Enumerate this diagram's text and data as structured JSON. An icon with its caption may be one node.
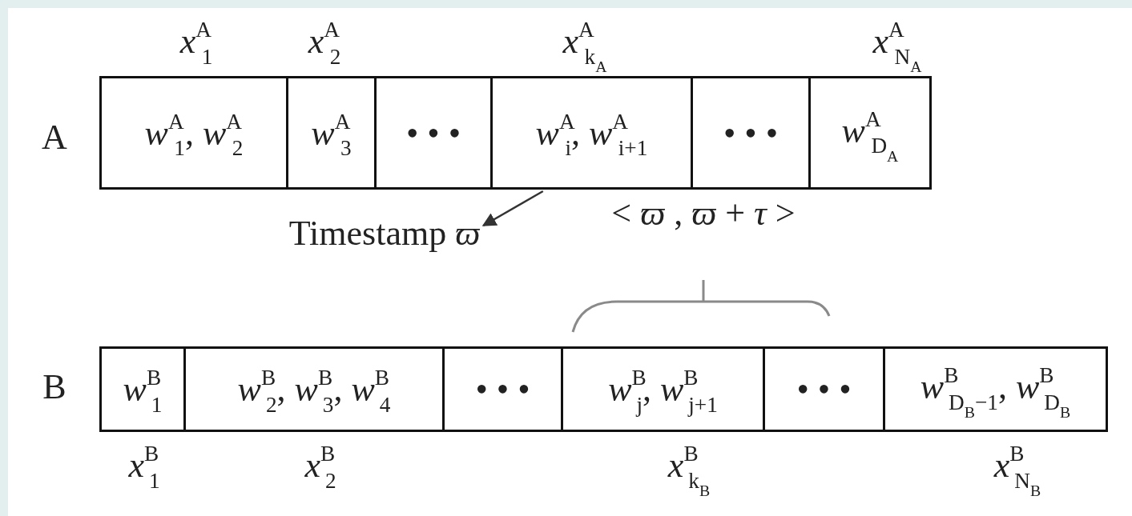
{
  "diagram": {
    "nodes": [
      {
        "text": [
          "*w*$^{A}$$_{1}$, *w*$^{A}$$_{2}$"
        ]
      },
      {
        "text": [
          "*w*$^{A}$$_{3}$"
        ]
      },
      {
        "text": [
          "• • •"
        ]
      },
      {
        "text": [
          "*w*$^{A}$$_{i}$, *w*$^{A}$$_{i+1}$"
        ]
      },
      {
        "text": [
          "• • •"
        ]
      },
      {
        "text": [
          "*w*$^{A}$$_{D}$$_{A}$"
        ]
      },
      {
        "text": [
          "Timestamp *ϖ*"
        ]
      },
      {
        "text": [
          "*w*$^{B}$$_{1}$"
        ]
      },
      {
        "text": [
          "*w*$^{B}$$_{2}$, *w*$^{B}$$_{3}$, *w*$^{B}$$_{4}$"
        ]
      },
      {
        "text": [
          "• • •"
        ]
      },
      {
        "text": [
          "*w*$^{B}$$_{j}$, *w*$^{B}$$_{j+1}$"
        ]
      },
      {
        "text": [
          "• • •"
        ]
      },
      {
        "text": [
          "*w*$^{B}$$_{D}$$_{B}$$_{−1}$, *w*$^{B}$$_{D}$$_{B}$"
        ]
      }
    ],
    "edges": [
      {
        "from": 3,
        "to": 6,
        "arrow": "to"
      }
    ],
    "labels": [
      "*x*$^{A}$$_{1}$",
      "*x*$^{A}$$_{2}$",
      "*x*$^{A}$$_{k}$$_{A}$",
      "*x*$^{A}$$_{N}$$_{A}$",
      "A",
      "< *ϖ* , *ϖ* + *τ* >",
      "B",
      "*x*$^{B}$$_{1}$",
      "*x*$^{B}$$_{2}$",
      "*x*$^{B}$$_{k}$$_{B}$",
      "*x*$^{B}$$_{N}$$_{B}$"
    ]
  }
}
